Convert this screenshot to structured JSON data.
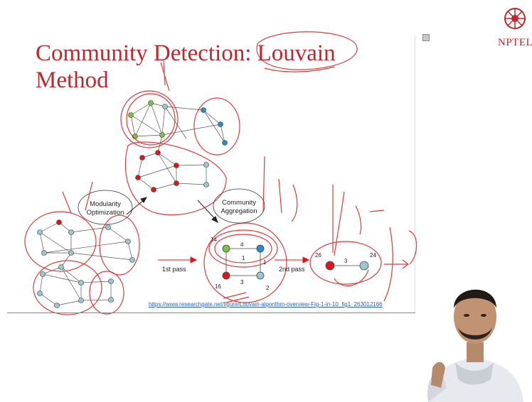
{
  "slide": {
    "title_line1": "Community Detection: Louvain",
    "title_line2": "Method",
    "source_url": "https://www.researchgate.net/figure/Louvain-algorithm-overview-Fig-1-in-10_fig1_263012166"
  },
  "logo": {
    "text": "NPTEL"
  },
  "diagram": {
    "label_modularity_1": "Modularity",
    "label_modularity_2": "Optimization",
    "label_community_1": "Community",
    "label_community_2": "Aggregation",
    "label_first_pass": "1st pass",
    "label_second_pass": "2nd pass",
    "agg_nodes": [
      "14",
      "4",
      "1",
      "1",
      "16",
      "3",
      "2"
    ],
    "final_nodes": [
      "26",
      "3",
      "24"
    ]
  },
  "colors": {
    "title_red": "#c0272d",
    "node_green": "#7cc142",
    "node_blue": "#2a8ad4",
    "node_red": "#d7191c",
    "node_gray": "#9dc7cf"
  }
}
